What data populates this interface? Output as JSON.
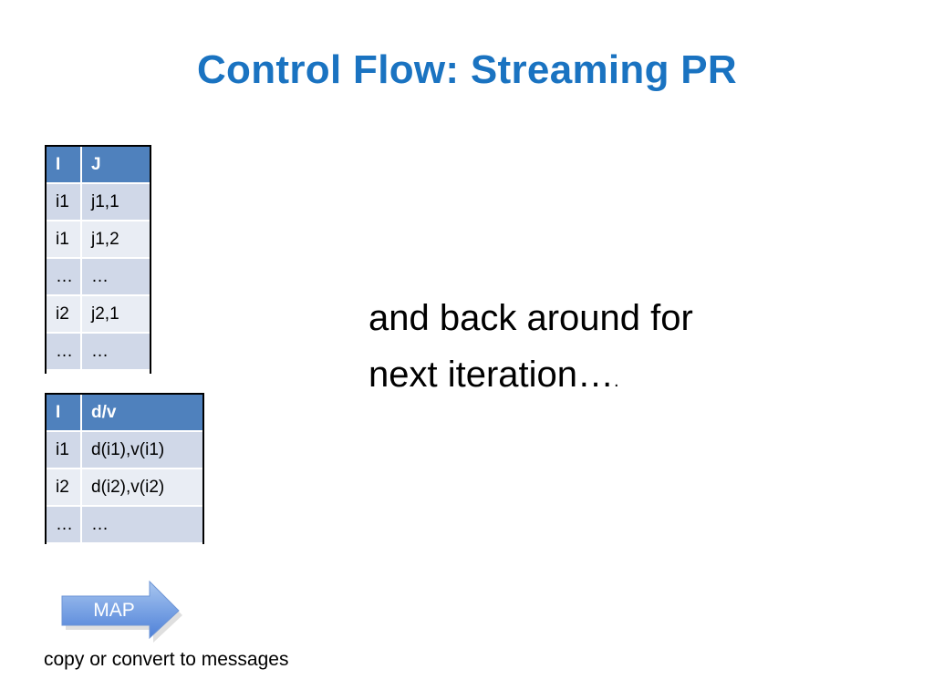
{
  "slide": {
    "title": "Control Flow: Streaming PR",
    "side_text_line1": "and back around for",
    "side_text_line2": "next iteration…",
    "side_text_tail": ".",
    "map_label": "MAP",
    "caption": "copy or convert to messages"
  },
  "table1": {
    "headers": [
      "I",
      "J"
    ],
    "rows": [
      [
        "i1",
        "j1,1"
      ],
      [
        "i1",
        "j1,2"
      ],
      [
        "…",
        "…"
      ],
      [
        "i2",
        "j2,1"
      ],
      [
        "…",
        "…"
      ]
    ]
  },
  "table2": {
    "headers": [
      "I",
      "d/v"
    ],
    "rows": [
      [
        "i1",
        "d(i1),v(i1)"
      ],
      [
        "i2",
        "d(i2),v(i2)"
      ],
      [
        "…",
        "…"
      ]
    ]
  },
  "colors": {
    "title": "#1a73c1",
    "table_header": "#4f81bd",
    "table_row_dark": "#d0d8e8",
    "table_row_light": "#e9edf4",
    "arrow_top": "#9cbcea",
    "arrow_bottom": "#4f81d8"
  },
  "icons": {
    "map_arrow": "right-arrow-icon"
  }
}
